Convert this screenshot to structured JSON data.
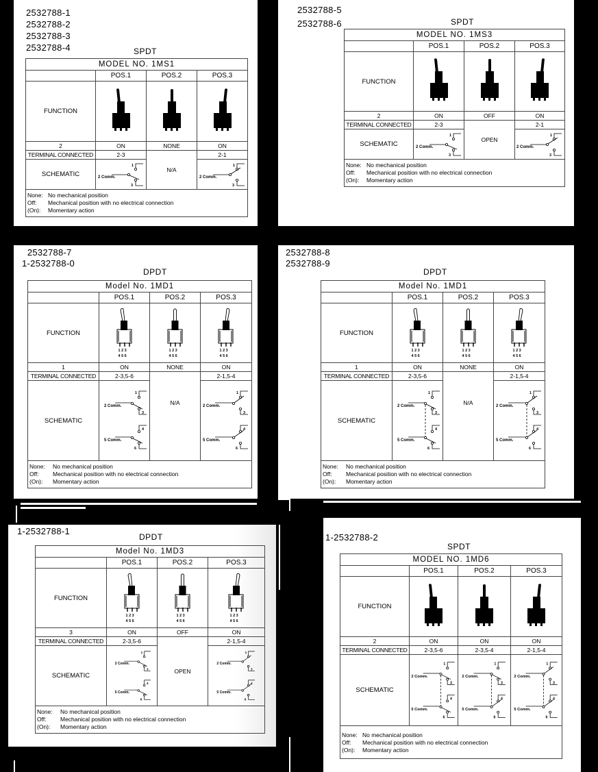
{
  "notes": [
    {
      "key": "None:",
      "text": "No mechanical position"
    },
    {
      "key": "Off:",
      "text": "Mechanical position with no electrical connection"
    },
    {
      "key": "(On):",
      "text": "Momentary action"
    }
  ],
  "labels": {
    "function": "FUNCTION",
    "terminal_connected": "TERMINAL CONNECTED",
    "schematic": "SCHEMATIC",
    "pos1": "POS.1",
    "pos2": "POS.2",
    "pos3": "POS.3",
    "comm2": "2 Comm.",
    "comm5": "5 Comm."
  },
  "panels": [
    {
      "part_numbers": "2532788-1\n2532788-2\n2532788-3\n2532788-4",
      "type": "SPDT",
      "model": "MODEL NO. 1MS1",
      "row_label": "2",
      "states": [
        "ON",
        "NONE",
        "ON"
      ],
      "terminals": [
        "2-3",
        "",
        "2-1"
      ],
      "middle_schematic": "N/A"
    },
    {
      "part_numbers": "2532788-5\n2532788-6",
      "type": "SPDT",
      "model": "MODEL NO. 1MS3",
      "row_label": "2",
      "states": [
        "ON",
        "OFF",
        "ON"
      ],
      "terminals": [
        "2-3",
        "",
        "2-1"
      ],
      "middle_schematic": "OPEN"
    },
    {
      "part_numbers": "  2532788-7\n1-2532788-0",
      "type": "DPDT",
      "model": "Model No. 1MD1",
      "row_label": "1",
      "states": [
        "ON",
        "NONE",
        "ON"
      ],
      "terminals": [
        "2-3,5-6",
        "",
        "2-1,5-4"
      ],
      "middle_schematic": "N/A"
    },
    {
      "part_numbers": "2532788-8\n2532788-9",
      "type": "DPDT",
      "model": "Model No. 1MD1",
      "row_label": "1",
      "states": [
        "ON",
        "NONE",
        "ON"
      ],
      "terminals": [
        "2-3,5-6",
        "",
        "2-1,5-4"
      ],
      "middle_schematic": "N/A"
    },
    {
      "part_numbers": "1-2532788-1",
      "type": "DPDT",
      "model": "Model No. 1MD3",
      "row_label": "3",
      "states": [
        "ON",
        "OFF",
        "ON"
      ],
      "terminals": [
        "2-3,5-6",
        "",
        "2-1,5-4"
      ],
      "middle_schematic": "OPEN"
    },
    {
      "part_numbers": "1-2532788-2",
      "type": "SPDT",
      "model": "MODEL NO. 1MD6",
      "row_label": "2",
      "states": [
        "ON",
        "ON",
        "ON"
      ],
      "terminals": [
        "2-3,5-6",
        "2-3,5-4",
        "2-1,5-4"
      ]
    }
  ]
}
